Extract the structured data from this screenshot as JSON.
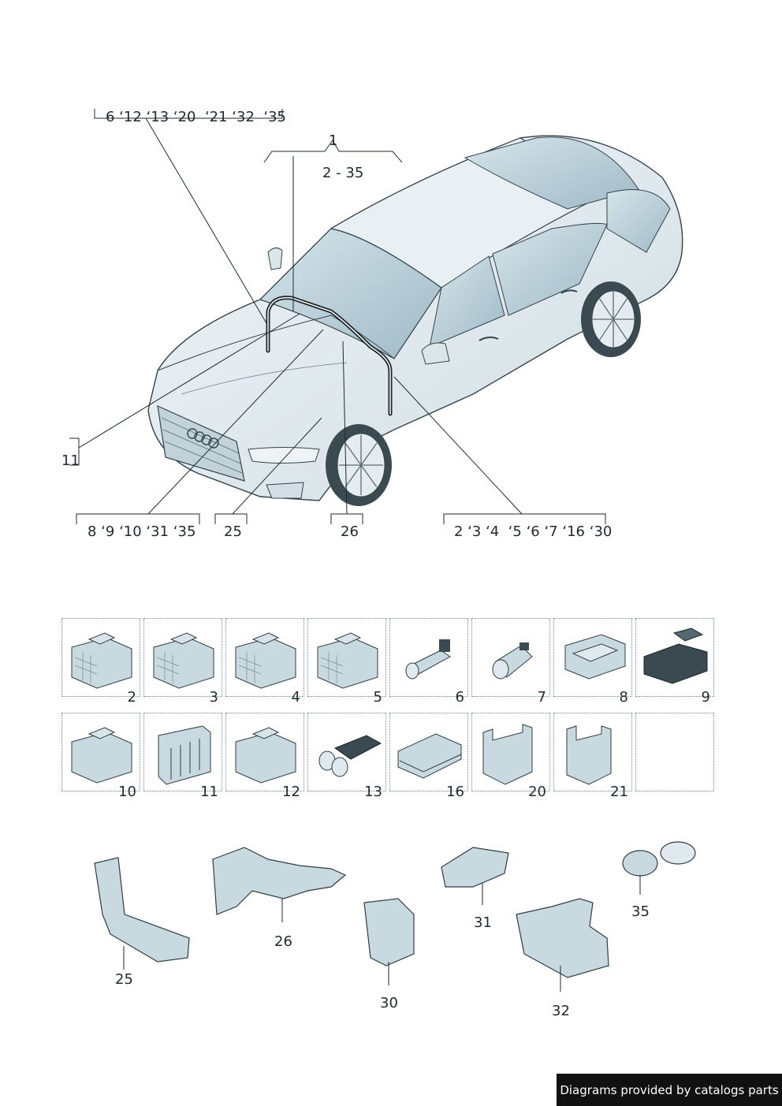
{
  "callouts": {
    "top_group": "6 ‘12 ‘13 ‘20  ‘21 ‘32  ‘35",
    "main_number": "1",
    "main_range": "2 - 35",
    "left_11": "11",
    "bottom_a": "8 ‘9 ‘10 ‘31 ‘35",
    "bottom_b": "25",
    "bottom_c": "26",
    "bottom_d": "2 ‘3 ‘4  ‘5 ‘6 ‘7 ‘16 ‘30"
  },
  "grid_row1": [
    "2",
    "3",
    "4",
    "5",
    "6",
    "7",
    "8",
    "9"
  ],
  "grid_row2": [
    "10",
    "11",
    "12",
    "13",
    "16",
    "20",
    "21",
    ""
  ],
  "lower_parts": {
    "p25": "25",
    "p26": "26",
    "p30": "30",
    "p31": "31",
    "p32": "32",
    "p35": "35"
  },
  "footer": "Diagrams provided by catalogs parts",
  "colors": {
    "line": "#1e2a30",
    "car_fill": "#e6eef2",
    "glass": "#b9cfd8",
    "part_fill": "#c9d9e0"
  }
}
